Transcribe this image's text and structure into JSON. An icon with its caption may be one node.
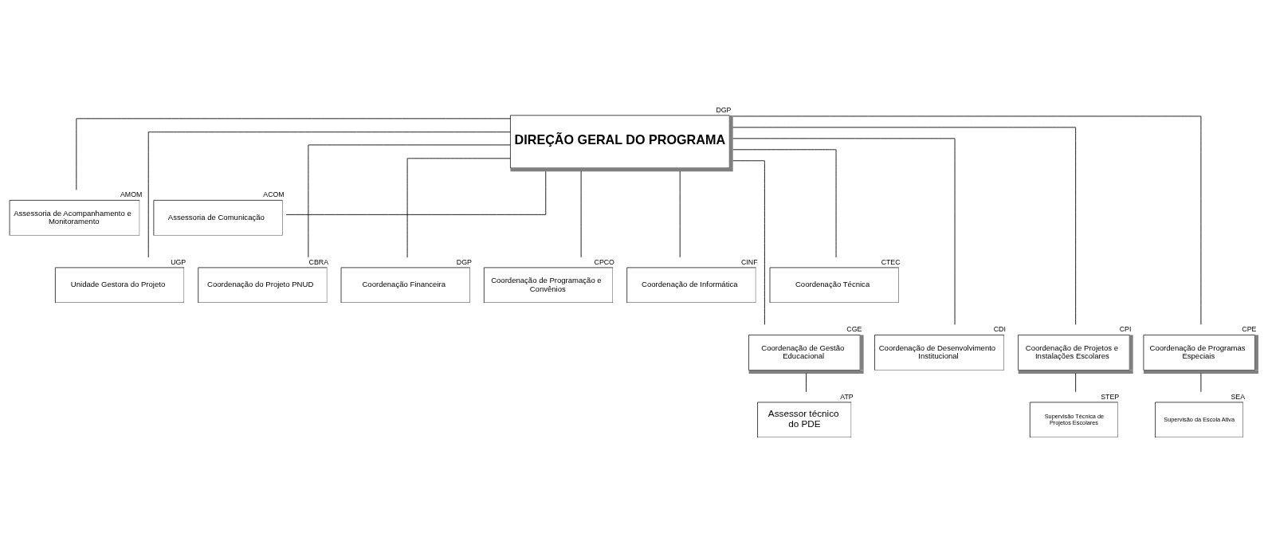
{
  "diagram": {
    "nodes": [
      {
        "text": [
          "DIREÇÃO GERAL DO PROGRAMA"
        ],
        "beside": [
          "DGP"
        ]
      },
      {
        "text": [
          "Assessoria de Acompanhamento e Monitoramento"
        ],
        "beside": [
          "AMOM"
        ]
      },
      {
        "text": [
          "Assessoria de Comunicação"
        ],
        "beside": [
          "ACOM"
        ]
      },
      {
        "text": [
          "Unidade Gestora do Projeto"
        ],
        "beside": [
          "UGP"
        ]
      },
      {
        "text": [
          "Coordenação do Projeto PNUD"
        ],
        "beside": [
          "CBRA"
        ]
      },
      {
        "text": [
          "Coordenação Financeira"
        ],
        "beside": [
          "DGP"
        ]
      },
      {
        "text": [
          "Coordenação de Programação e Convênios"
        ],
        "beside": [
          "CPCO"
        ]
      },
      {
        "text": [
          "Coordenação de Informática"
        ],
        "beside": [
          "CINF"
        ]
      },
      {
        "text": [
          "Coordenação Técnica"
        ],
        "beside": [
          "CTEC"
        ]
      },
      {
        "text": [
          "Coordenação de Gestão Educacional"
        ],
        "beside": [
          "CGE"
        ]
      },
      {
        "text": [
          "Coordenação de Desenvolvimento Institucional"
        ],
        "beside": [
          "CDI"
        ]
      },
      {
        "text": [
          "Coordenação de Projetos e Instalações Escolares"
        ],
        "beside": [
          "CPI"
        ]
      },
      {
        "text": [
          "Coordenação de Programas Especiais"
        ],
        "beside": [
          "CPE"
        ]
      },
      {
        "text": [
          "Assessor técnico do PDE"
        ],
        "beside": [
          "ATP"
        ]
      },
      {
        "text": [
          "Supervisão Técnica de Projetos Escolares"
        ],
        "beside": [
          "STEP"
        ]
      },
      {
        "text": [
          "Supervisão da Escola Ativa"
        ],
        "beside": [
          "SEA"
        ]
      }
    ],
    "edges": [
      {
        "from": 0,
        "to": 1,
        "arrow": "none"
      },
      {
        "from": 0,
        "to": 2,
        "arrow": "none"
      },
      {
        "from": 0,
        "to": 3,
        "arrow": "none"
      },
      {
        "from": 0,
        "to": 4,
        "arrow": "none"
      },
      {
        "from": 0,
        "to": 5,
        "arrow": "none"
      },
      {
        "from": 0,
        "to": 6,
        "arrow": "none"
      },
      {
        "from": 0,
        "to": 7,
        "arrow": "none"
      },
      {
        "from": 0,
        "to": 8,
        "arrow": "none"
      },
      {
        "from": 0,
        "to": 9,
        "arrow": "none"
      },
      {
        "from": 0,
        "to": 10,
        "arrow": "none"
      },
      {
        "from": 0,
        "to": 11,
        "arrow": "none"
      },
      {
        "from": 0,
        "to": 12,
        "arrow": "none"
      },
      {
        "from": 9,
        "to": 13,
        "arrow": "none"
      },
      {
        "from": 11,
        "to": 14,
        "arrow": "none"
      },
      {
        "from": 12,
        "to": 15,
        "arrow": "none"
      }
    ]
  }
}
